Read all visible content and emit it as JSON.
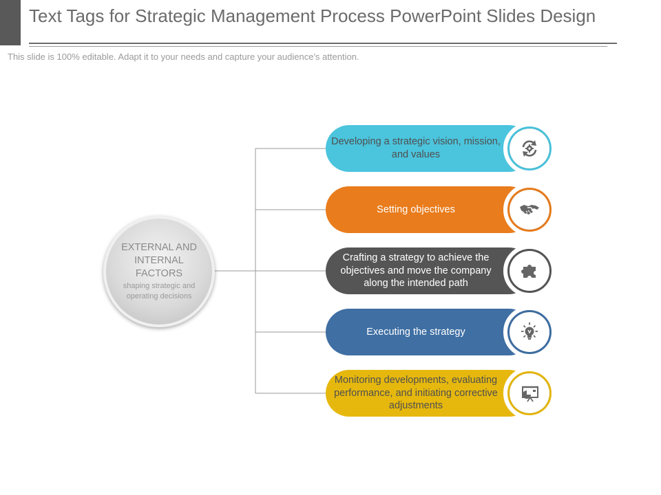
{
  "slide": {
    "title": "Text Tags for Strategic Management Process PowerPoint Slides Design",
    "subtitle": "This slide is 100% editable. Adapt it to your needs and capture your audience's attention."
  },
  "hub": {
    "title": "EXTERNAL AND INTERNAL FACTORS",
    "subtitle": "shaping strategic and operating decisions"
  },
  "items": [
    {
      "text": "Developing a strategic vision, mission, and values",
      "color": "#4bc4dd",
      "icon": "refresh-gear-icon"
    },
    {
      "text": "Setting objectives",
      "color": "#e97c1c",
      "icon": "handshake-icon"
    },
    {
      "text": "Crafting a strategy to achieve the objectives and move the company along the intended path",
      "color": "#555555",
      "icon": "puzzle-piece-icon"
    },
    {
      "text": "Executing the strategy",
      "color": "#3f6fa3",
      "icon": "lightbulb-icon"
    },
    {
      "text": "Monitoring developments, evaluating performance, and initiating corrective adjustments",
      "color": "#e6b80e",
      "icon": "presentation-chart-icon"
    }
  ],
  "colors": {
    "title": "#6b6b6b",
    "subtitle": "#9a9a9a",
    "connector": "#9a9a9a",
    "icon": "#666666"
  }
}
